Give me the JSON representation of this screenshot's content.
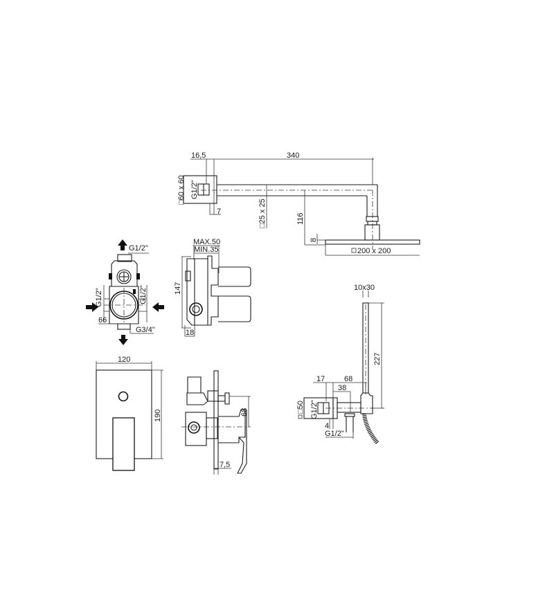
{
  "drawing": {
    "shower_arm": {
      "wall_offset": "16,5",
      "arm_length": "340",
      "flange_size": "□60 x 60",
      "thread": "G1/2\"",
      "flange_depth": "7",
      "arm_section": "□25 x 25",
      "drop_height": "116",
      "head_thickness": "8",
      "head_size": "200 x 200"
    },
    "valve_body_front": {
      "outlet_top": "G1/2\"",
      "inlet_left": "G1/2\"",
      "inlet_right": "G1/2\"",
      "spacing": "66",
      "outlet_bottom": "G3/4\""
    },
    "valve_body_side": {
      "max_depth": "MAX.50",
      "min_depth": "MIN.35",
      "height": "147",
      "base": "18"
    },
    "trim_plate": {
      "width": "120",
      "height": "190"
    },
    "mixer_side": {
      "spout_offset": "68",
      "plate_thickness": "7,5"
    },
    "hand_shower": {
      "handle_section": "10x30",
      "handle_length": "227",
      "elbow_depth_outer": "17",
      "elbow_length": "68",
      "elbow_outlet": "38",
      "flange_size": "□50",
      "thread_top": "G1/2\"",
      "gap": "4",
      "thread_bottom": "G1/2\""
    }
  }
}
